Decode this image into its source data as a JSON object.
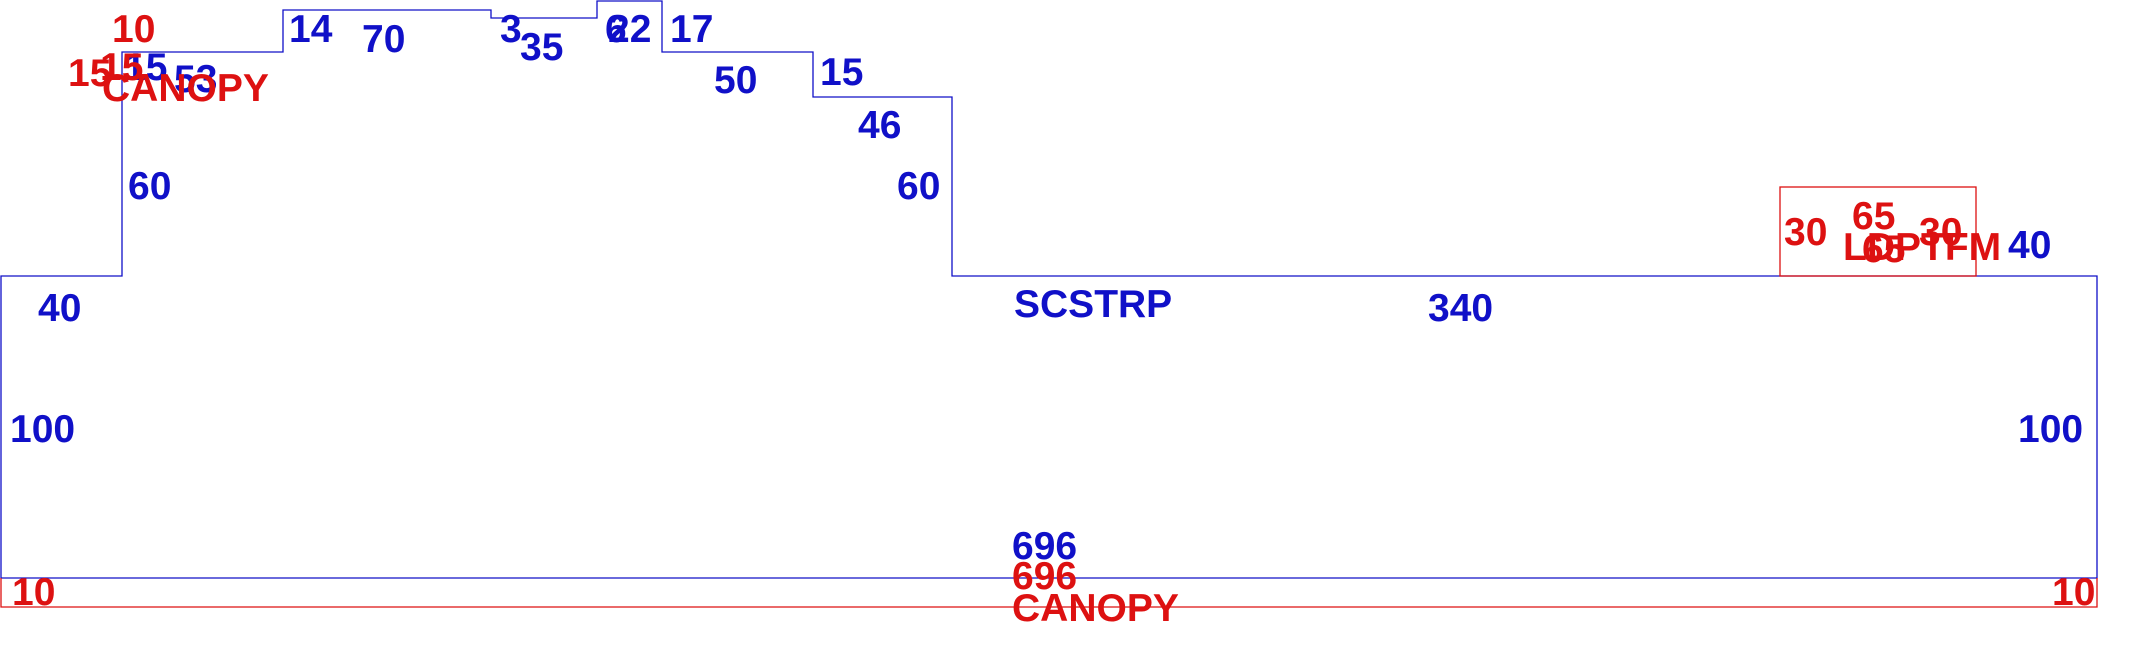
{
  "colors": {
    "primary": "#1010c8",
    "secondary": "#dd1111",
    "background": "#ffffff"
  },
  "main_outline": {
    "label": "SCSTRP",
    "dims": {
      "left_base_height": "40",
      "left_step_height": "60",
      "left_top_width": "53",
      "left_top_step": "15",
      "left_step_1": "14",
      "width_1": "70",
      "step_2": "3",
      "width_2": "35",
      "step_3": "6",
      "width_3": "22",
      "step_4": "17",
      "width_4": "50",
      "step_5": "15",
      "width_5": "46",
      "right_step_height": "60",
      "right_segment": "340",
      "right_base_height": "40",
      "left_side": "100",
      "right_side": "100",
      "bottom_width": "696"
    }
  },
  "canopy_top": {
    "label": "CANOPY",
    "dims": {
      "height": "10",
      "width_1": "15",
      "width_2": "15"
    }
  },
  "canopy_bottom": {
    "label": "CANOPY",
    "dims": {
      "width": "696",
      "left_height": "10",
      "right_height": "10"
    }
  },
  "ldptfm": {
    "label": "LDPTFM",
    "dims": {
      "width": "65",
      "depth": "65",
      "left_height": "30",
      "right_height": "30"
    }
  }
}
